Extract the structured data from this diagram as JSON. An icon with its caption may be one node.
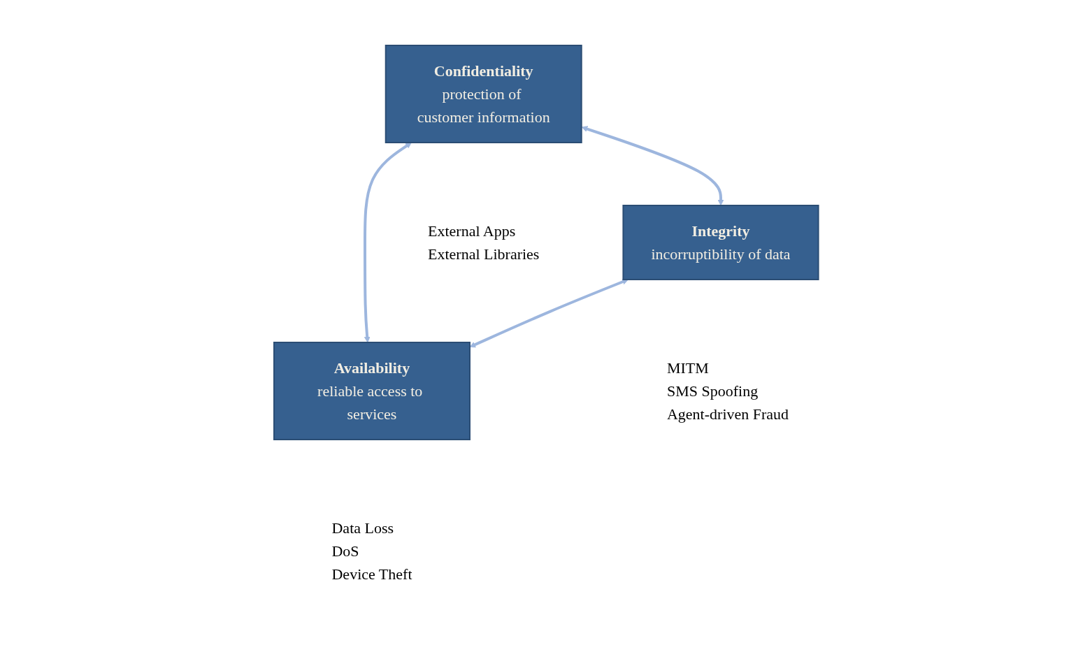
{
  "diagram": {
    "nodes": [
      {
        "text": [
          "Confidentiality",
          "protection of customer information"
        ],
        "beside": [
          "External Apps",
          "External Libraries"
        ]
      },
      {
        "text": [
          "Integrity",
          "incorruptibility of data"
        ],
        "beside": [
          "MITM",
          "SMS Spoofing",
          "Agent-driven Fraud"
        ]
      },
      {
        "text": [
          "Availability",
          "reliable access to services"
        ],
        "beside": [
          "Data Loss",
          "DoS",
          "Device Theft"
        ]
      }
    ],
    "edges": [
      {
        "from": 0,
        "to": 1,
        "arrow": "both"
      },
      {
        "from": 0,
        "to": 2,
        "arrow": "both"
      },
      {
        "from": 1,
        "to": 2,
        "arrow": "both"
      }
    ]
  }
}
